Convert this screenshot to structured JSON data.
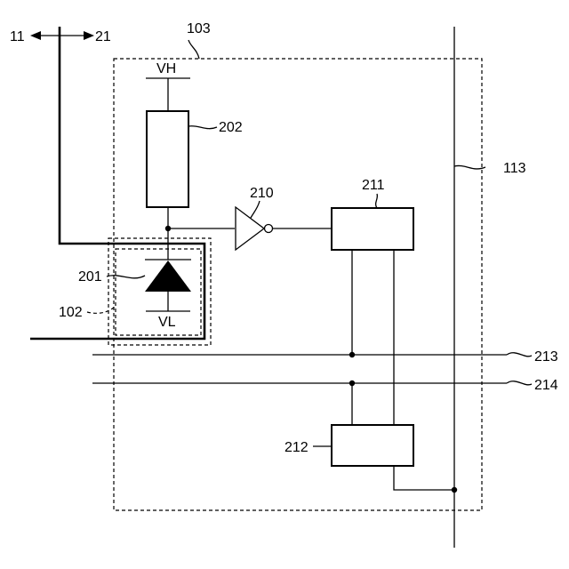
{
  "labels": {
    "signal_11": "11",
    "signal_21": "21",
    "block_103": "103",
    "vh": "VH",
    "vl": "VL",
    "ref_202": "202",
    "ref_210": "210",
    "ref_211": "211",
    "ref_113": "113",
    "ref_201": "201",
    "ref_102": "102",
    "ref_213": "213",
    "ref_214": "214",
    "ref_212": "212"
  },
  "colors": {
    "line": "#000000",
    "background": "#ffffff"
  }
}
